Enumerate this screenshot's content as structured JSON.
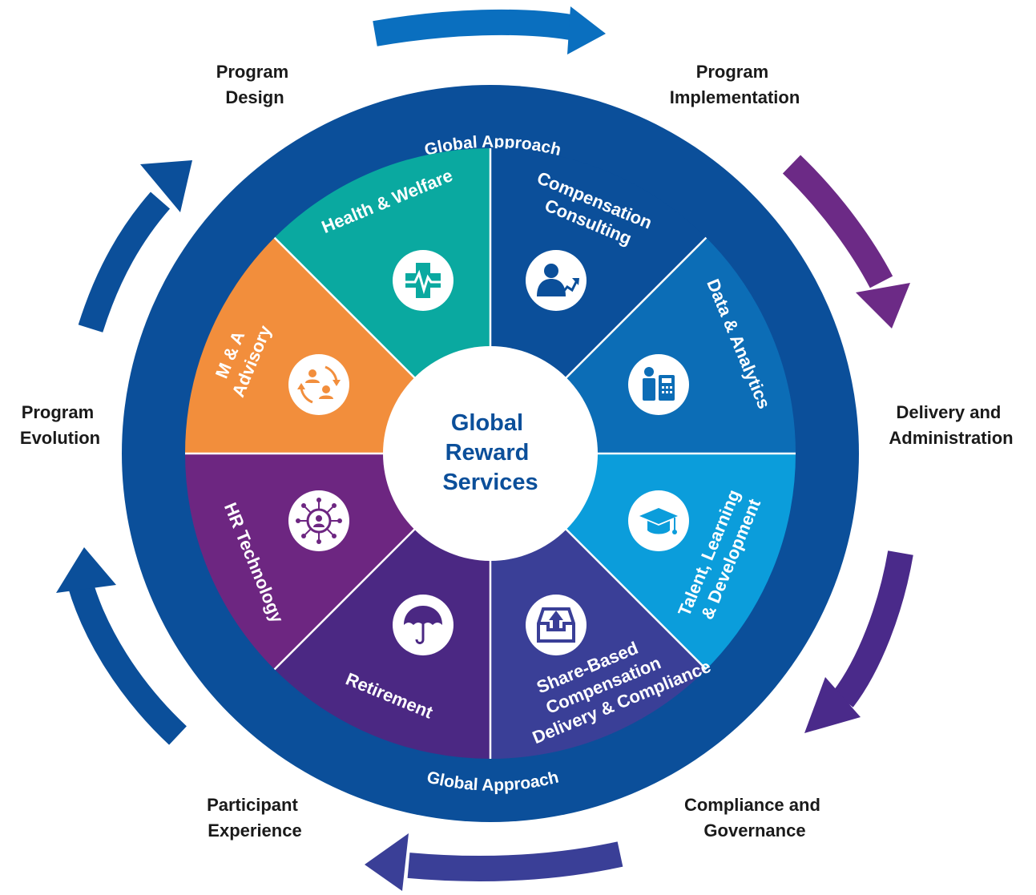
{
  "center": {
    "lines": [
      "Global",
      "Reward",
      "Services"
    ]
  },
  "ring": {
    "top_label": "Global Approach",
    "bottom_label": "Global Approach"
  },
  "segments": [
    {
      "id": "health-welfare",
      "lines": [
        "Health & Welfare"
      ],
      "icon": "medical-cross-heartbeat-icon"
    },
    {
      "id": "compensation-consulting",
      "lines": [
        "Compensation",
        "Consulting"
      ],
      "icon": "person-growth-chart-icon"
    },
    {
      "id": "data-analytics",
      "lines": [
        "Data & Analytics"
      ],
      "icon": "person-calculator-icon"
    },
    {
      "id": "talent-learning-development",
      "lines": [
        "Talent, Learning",
        "& Development"
      ],
      "icon": "graduation-cap-icon"
    },
    {
      "id": "share-based-compensation",
      "lines": [
        "Share-Based",
        "Compensation",
        "Delivery & Compliance"
      ],
      "icon": "inbox-upload-icon"
    },
    {
      "id": "retirement",
      "lines": [
        "Retirement"
      ],
      "icon": "umbrella-icon"
    },
    {
      "id": "hr-technology",
      "lines": [
        "HR Technology"
      ],
      "icon": "network-people-icon"
    },
    {
      "id": "ma-advisory",
      "lines": [
        "M & A",
        "Advisory"
      ],
      "icon": "people-exchange-icon"
    }
  ],
  "stages": [
    {
      "id": "program-design",
      "lines": [
        "Program",
        "Design"
      ]
    },
    {
      "id": "program-implementation",
      "lines": [
        "Program",
        "Implementation"
      ]
    },
    {
      "id": "delivery-administration",
      "lines": [
        "Delivery and",
        "Administration"
      ]
    },
    {
      "id": "compliance-governance",
      "lines": [
        "Compliance and",
        "Governance"
      ]
    },
    {
      "id": "participant-experience",
      "lines": [
        "Participant",
        "Experience"
      ]
    },
    {
      "id": "program-evolution",
      "lines": [
        "Program",
        "Evolution"
      ]
    }
  ],
  "colors": {
    "ring": "#0b4f9a",
    "center_text": "#0b4f9a",
    "health-welfare": "#0aa9a0",
    "compensation-consulting": "#0b4f9a",
    "data-analytics": "#0c6db6",
    "talent-learning-development": "#0b9ddb",
    "share-based-compensation": "#3a3f97",
    "retirement": "#4b2883",
    "hr-technology": "#6d2681",
    "ma-advisory": "#f28e3c",
    "arrow_blue": "#0a6fbf",
    "arrow_navy": "#0b4f9a",
    "arrow_purple": "#6c2a86",
    "arrow_indigo": "#4a2a8a",
    "arrow_violet": "#3a3f97"
  }
}
